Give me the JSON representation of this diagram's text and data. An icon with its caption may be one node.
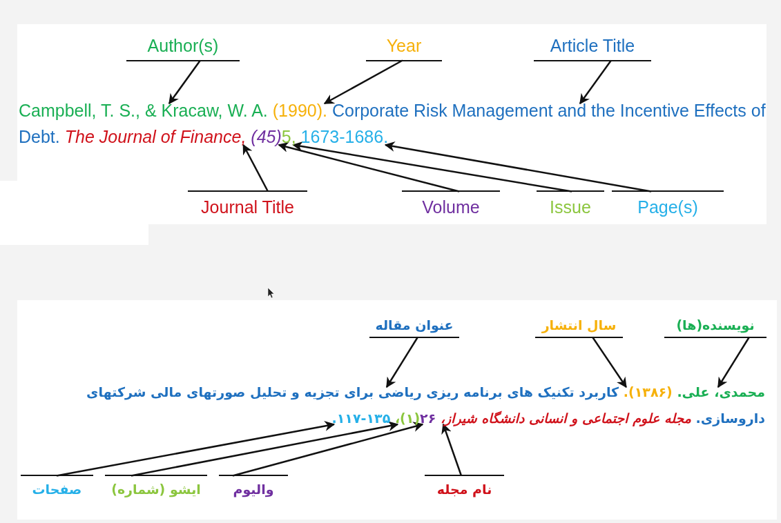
{
  "diagram": {
    "nodes": [
      {
        "text": [
          "Author(s)"
        ]
      },
      {
        "text": [
          "Year"
        ]
      },
      {
        "text": [
          "Article Title"
        ]
      },
      {
        "text": [
          "Campbell, T. S., & Kracaw, W. A."
        ]
      },
      {
        "text": [
          "(1990)."
        ]
      },
      {
        "text": [
          "Corporate Risk Management and the Incentive Effects of Debt."
        ]
      },
      {
        "text": [
          "The Journal of Finance,"
        ]
      },
      {
        "text": [
          "(45)"
        ]
      },
      {
        "text": [
          "5,"
        ]
      },
      {
        "text": [
          "1673-1686."
        ]
      },
      {
        "text": [
          "Journal Title"
        ]
      },
      {
        "text": [
          "Volume"
        ]
      },
      {
        "text": [
          "Issue"
        ]
      },
      {
        "text": [
          "Page(s)"
        ]
      },
      {
        "text": [
          "نویسنده(ها)"
        ]
      },
      {
        "text": [
          "سال انتشار"
        ]
      },
      {
        "text": [
          "عنوان مقاله"
        ]
      },
      {
        "text": [
          "محمدی، علی."
        ]
      },
      {
        "text": [
          "(۱۳۸۶)."
        ]
      },
      {
        "text": [
          "کاربرد تکنیک های برنامه ریزی ریاضی برای تجزیه و تحلیل صورتهای مالی شرکتهای داروسازی."
        ]
      },
      {
        "text": [
          "مجله علوم اجتماعی و انسانی دانشگاه شیراز،"
        ]
      },
      {
        "text": [
          "۲۶"
        ]
      },
      {
        "text": [
          "(۱)،"
        ]
      },
      {
        "text": [
          "۱۳۵-۱۱۷."
        ]
      },
      {
        "text": [
          "نام مجله"
        ]
      },
      {
        "text": [
          "والیوم"
        ]
      },
      {
        "text": [
          "ایشو (شماره)"
        ]
      },
      {
        "text": [
          "صفحات"
        ]
      }
    ],
    "edges": [
      {
        "from": 0,
        "to": 3,
        "arrow": "to"
      },
      {
        "from": 1,
        "to": 4,
        "arrow": "to"
      },
      {
        "from": 2,
        "to": 5,
        "arrow": "to"
      },
      {
        "from": 10,
        "to": 6,
        "arrow": "to"
      },
      {
        "from": 11,
        "to": 7,
        "arrow": "to"
      },
      {
        "from": 12,
        "to": 8,
        "arrow": "to"
      },
      {
        "from": 13,
        "to": 9,
        "arrow": "to"
      },
      {
        "from": 14,
        "to": 17,
        "arrow": "to"
      },
      {
        "from": 15,
        "to": 18,
        "arrow": "to"
      },
      {
        "from": 16,
        "to": 19,
        "arrow": "to"
      },
      {
        "from": 24,
        "to": 20,
        "arrow": "to"
      },
      {
        "from": 25,
        "to": 21,
        "arrow": "to"
      },
      {
        "from": 26,
        "to": 22,
        "arrow": "to"
      },
      {
        "from": 27,
        "to": 23,
        "arrow": "to"
      }
    ]
  }
}
